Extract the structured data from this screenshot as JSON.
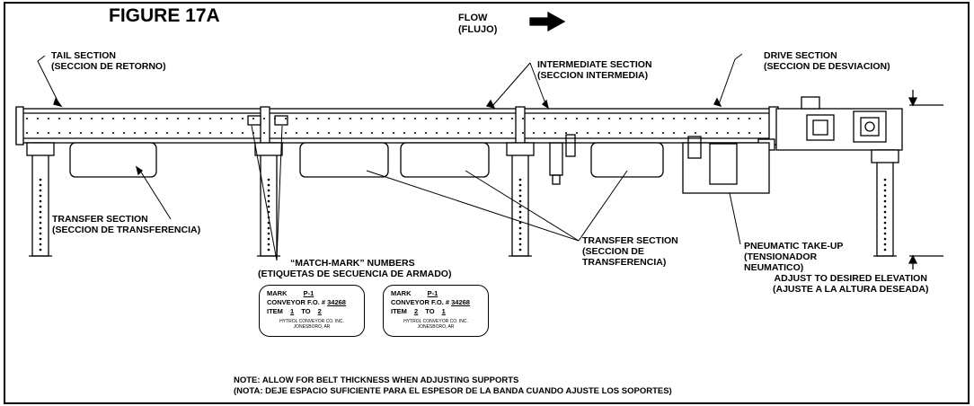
{
  "figure": {
    "title": "FIGURE 17A"
  },
  "flow": {
    "label": "FLOW",
    "label_es": "(FLUJO)"
  },
  "labels": {
    "tail": {
      "en": "TAIL SECTION",
      "es": "(SECCION DE RETORNO)"
    },
    "intermediate": {
      "en": "INTERMEDIATE SECTION",
      "es": "(SECCION INTERMEDIA)"
    },
    "drive": {
      "en": "DRIVE SECTION",
      "es": "(SECCION DE DESVIACION)"
    },
    "transfer_left": {
      "en": "TRANSFER SECTION",
      "es": "(SECCION DE TRANSFERENCIA)"
    },
    "match_mark": {
      "en": "“MATCH-MARK” NUMBERS",
      "es": "(ETIQUETAS DE SECUENCIA DE ARMADO)"
    },
    "transfer_right": {
      "en": "TRANSFER SECTION",
      "es1": "(SECCION DE",
      "es2": "TRANSFERENCIA)"
    },
    "takeup": {
      "en": "PNEUMATIC TAKE-UP",
      "es1": "(TENSIONADOR",
      "es2": "NEUMATICO)"
    },
    "elevation": {
      "en": "ADJUST TO DESIRED ELEVATION",
      "es": "(AJUSTE A LA ALTURA DESEADA)"
    }
  },
  "tags": [
    {
      "mark_label": "MARK",
      "mark": "P-1",
      "fo_label": "CONVEYOR F.O. #",
      "fo": "34268",
      "item_label": "ITEM",
      "item_from": "1",
      "to_label": "TO",
      "item_to": "2",
      "company": "HYTROL CONVEYOR CO. INC.",
      "city": "JONESBORO, AR"
    },
    {
      "mark_label": "MARK",
      "mark": "P-1",
      "fo_label": "CONVEYOR F.O. #",
      "fo": "34268",
      "item_label": "ITEM",
      "item_from": "2",
      "to_label": "TO",
      "item_to": "1",
      "company": "HYTROL CONVEYOR CO. INC.",
      "city": "JONESBORO, AR"
    }
  ],
  "note": {
    "en": "NOTE:  ALLOW FOR BELT THICKNESS WHEN ADJUSTING SUPPORTS",
    "es": "(NOTA:  DEJE ESPACIO SUFICIENTE PARA EL ESPESOR DE LA BANDA CUANDO AJUSTE LOS SOPORTES)"
  }
}
